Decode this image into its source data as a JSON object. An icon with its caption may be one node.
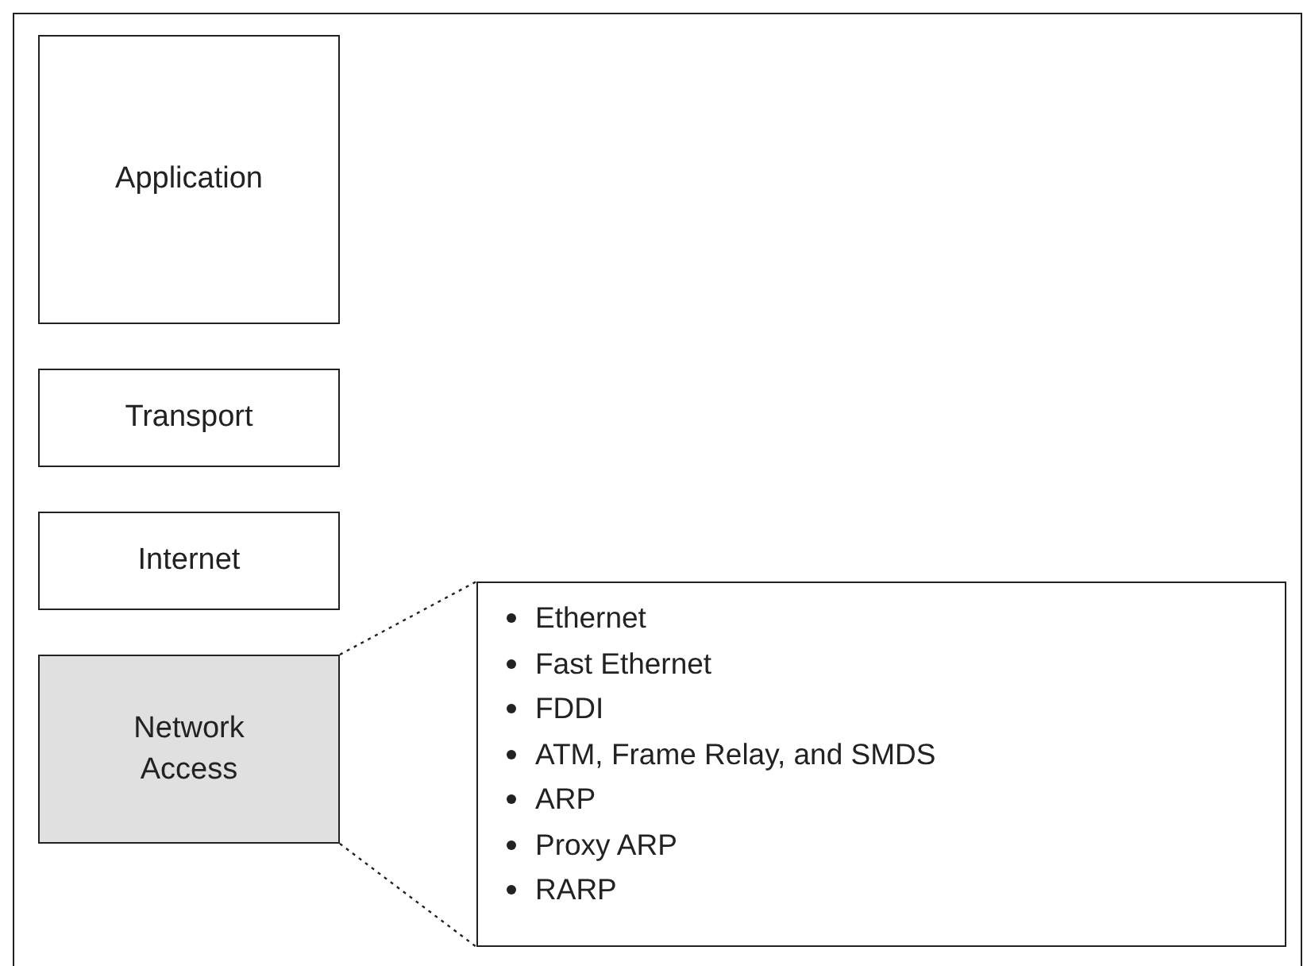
{
  "diagram": {
    "nodes": [
      {
        "text": [
          "Application"
        ]
      },
      {
        "text": [
          "Transport"
        ]
      },
      {
        "text": [
          "Internet"
        ]
      },
      {
        "text": [
          "Network Access"
        ]
      },
      {
        "text": [
          "Ethernet",
          "Fast Ethernet",
          "FDDI",
          "ATM, Frame Relay, and SMDS",
          "ARP",
          "Proxy ARP",
          "RARP"
        ]
      }
    ],
    "edges": [
      {
        "from": 3,
        "to": 4,
        "arrow": "none",
        "style": "dashed"
      },
      {
        "from": 3,
        "to": 4,
        "arrow": "none",
        "style": "dashed"
      }
    ]
  }
}
